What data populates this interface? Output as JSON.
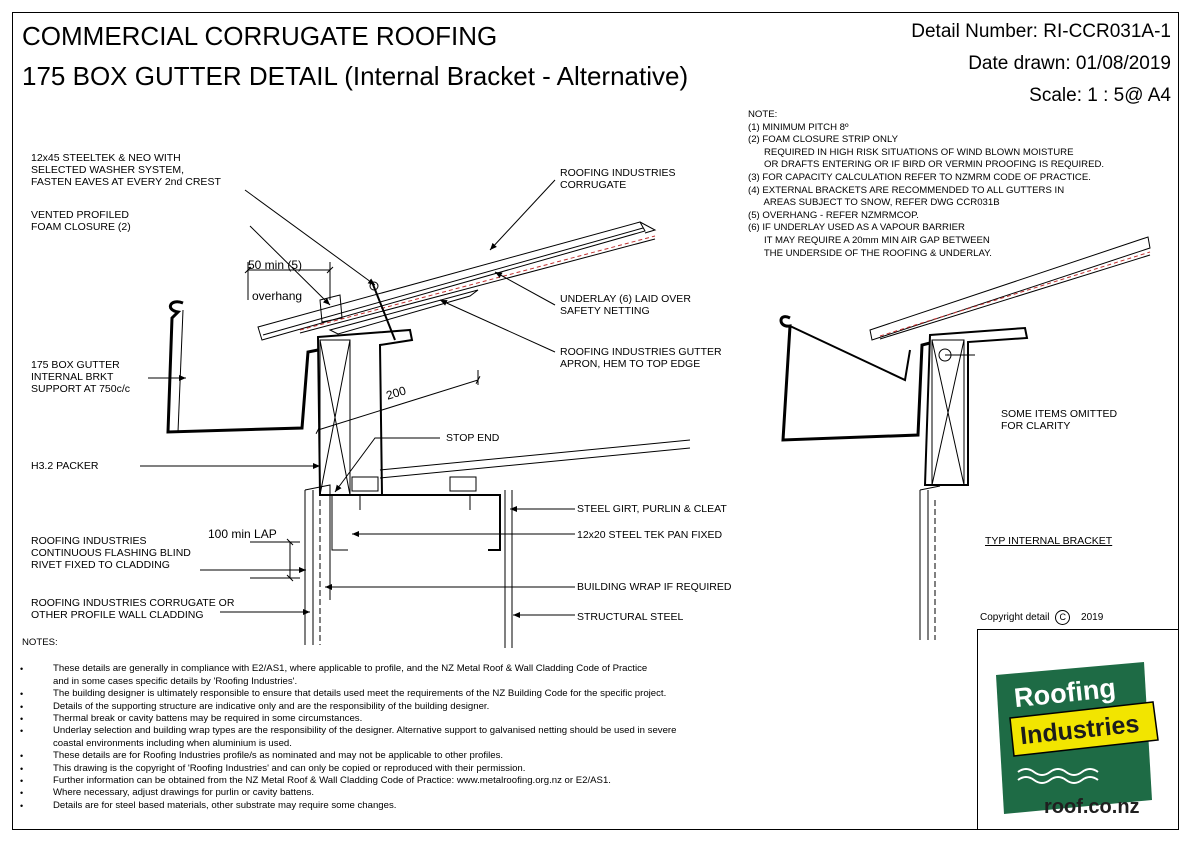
{
  "header": {
    "title_line1": "COMMERCIAL CORRUGATE ROOFING",
    "title_line2": "175 BOX GUTTER DETAIL (Internal Bracket - Alternative)",
    "detail_number": "Detail Number:  RI-CCR031A-1",
    "date_drawn": "Date drawn:  01/08/2019",
    "scale": "Scale:   1 : 5@ A4"
  },
  "notes_top": [
    "NOTE:",
    "(1) MINIMUM PITCH 8º",
    "(2) FOAM CLOSURE STRIP ONLY",
    "      REQUIRED IN HIGH RISK SITUATIONS OF WIND BLOWN MOISTURE",
    "      OR DRAFTS ENTERING OR IF BIRD OR VERMIN PROOFING IS REQUIRED.",
    "(3) FOR CAPACITY CALCULATION REFER TO NZMRM CODE OF PRACTICE.",
    "(4) EXTERNAL BRACKETS ARE RECOMMENDED TO ALL GUTTERS IN",
    "      AREAS SUBJECT TO SNOW, REFER DWG CCR031B",
    "(5) OVERHANG - REFER NZMRMCOP.",
    "(6) IF UNDERLAY USED AS A VAPOUR BARRIER",
    "      IT MAY REQUIRE A 20mm MIN AIR GAP BETWEEN",
    "      THE UNDERSIDE OF THE ROOFING & UNDERLAY."
  ],
  "labels": {
    "steeltek": "12x45 STEELTEK & NEO WITH\nSELECTED WASHER SYSTEM,\nFASTEN EAVES AT EVERY 2nd CREST",
    "foam": "VENTED PROFILED\nFOAM CLOSURE (2)",
    "overhang_dim": "50 min (5)",
    "overhang": "overhang",
    "gutter": "175 BOX GUTTER\nINTERNAL BRKT\nSUPPORT AT 750c/c",
    "packer": "H3.2 PACKER",
    "flashing": "ROOFING INDUSTRIES\nCONTINUOUS FLASHING BLIND\nRIVET FIXED TO CLADDING",
    "lap": "100 min LAP",
    "wall_cladding": "ROOFING INDUSTRIES CORRUGATE OR\nOTHER PROFILE WALL CLADDING",
    "ri_corrugate": "ROOFING INDUSTRIES\nCORRUGATE",
    "underlay": "UNDERLAY (6) LAID OVER\nSAFETY NETTING",
    "apron": "ROOFING INDUSTRIES GUTTER\nAPRON, HEM TO TOP EDGE",
    "dim_200": "200",
    "stop_end": "STOP END",
    "girt": "STEEL GIRT, PURLIN & CLEAT",
    "tek": "12x20 STEEL TEK PAN FIXED",
    "wrap": "BUILDING WRAP IF REQUIRED",
    "structural": "STRUCTURAL STEEL",
    "omitted": "SOME ITEMS OMITTED\nFOR CLARITY",
    "typ": "TYP INTERNAL BRACKET",
    "copyright": "Copyright detail",
    "copyright_symbol": "C",
    "copyright_year": "2019"
  },
  "notes_bottom": {
    "heading": "NOTES:",
    "items": [
      {
        "text": "These details are generally in compliance with E2/AS1, where applicable to profile, and the NZ Metal Roof & Wall Cladding Code of Practice",
        "bullet": true
      },
      {
        "text": "and in some cases specific details by 'Roofing Industries'.",
        "bullet": false
      },
      {
        "text": "The building designer is ultimately responsible to ensure that details used meet the requirements of the NZ Building Code for the specific project.",
        "bullet": true
      },
      {
        "text": "Details of the supporting structure are indicative only and are the responsibility of the building designer.",
        "bullet": true
      },
      {
        "text": "Thermal break or cavity battens may be required in some circumstances.",
        "bullet": true
      },
      {
        "text": "Underlay selection and building wrap types are the responsibility of the designer. Alternative support to galvanised netting should be used in severe",
        "bullet": true
      },
      {
        "text": "coastal environments including when aluminium is used.",
        "bullet": false
      },
      {
        "text": "These details are for Roofing Industries profile/s as nominated and may not be applicable to other profiles.",
        "bullet": true
      },
      {
        "text": "This drawing is the copyright of 'Roofing Industries' and can only be copied or reproduced with their permission.",
        "bullet": true
      },
      {
        "text": "Further information can be obtained from the NZ Metal Roof & Wall Cladding Code of Practice:  www.metalroofing.org.nz or E2/AS1.",
        "bullet": true
      },
      {
        "text": "Where necessary, adjust drawings for purlin or cavity battens.",
        "bullet": true
      },
      {
        "text": "Details are for steel based materials, other substrate may require some changes.",
        "bullet": true
      }
    ]
  },
  "logo": {
    "line1": "Roofing",
    "line2": "Industries",
    "url": "roof.co.nz",
    "green": "#1e6b45",
    "yellow": "#f2e500"
  }
}
